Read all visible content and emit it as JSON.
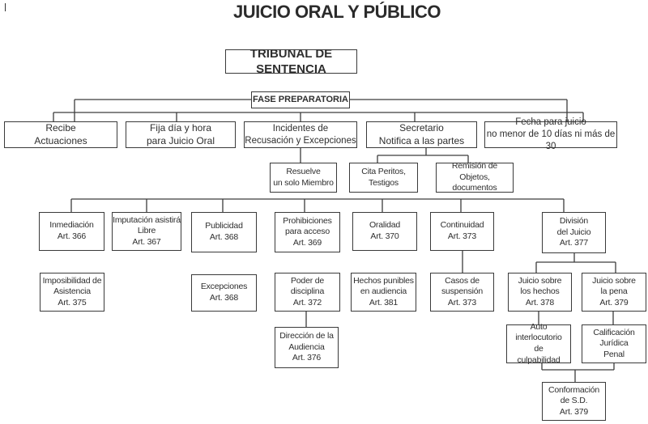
{
  "title": "JUICIO ORAL Y PÚBLICO",
  "root": "TRIBUNAL DE SENTENCIA",
  "phase": "FASE PREPARATORIA",
  "preparatory": [
    {
      "id": "recibe",
      "label": "Recibe\nActuaciones"
    },
    {
      "id": "fija",
      "label": "Fija día y hora\npara Juicio Oral"
    },
    {
      "id": "incidentes",
      "label": "Incidentes de\nRecusación y Excepciones"
    },
    {
      "id": "secretario",
      "label": "Secretario\nNotifica a las partes"
    },
    {
      "id": "fecha",
      "label": "Fecha para juicio\nno menor de 10 días ni más de 30"
    }
  ],
  "preparatory_children": [
    {
      "id": "resuelve",
      "parent": "incidentes",
      "label": "Resuelve\nun solo Miembro"
    },
    {
      "id": "cita",
      "parent": "secretario",
      "label": "Cita Peritos,\nTestigos"
    },
    {
      "id": "remision",
      "parent": "secretario",
      "label": "Remisión de\nObjetos, documentos"
    }
  ],
  "principles": [
    {
      "id": "inmediacion",
      "label": "Inmediación\nArt. 366"
    },
    {
      "id": "imputacion",
      "label": "Imputación asistirá\nLibre\nArt. 367"
    },
    {
      "id": "publicidad",
      "label": "Publicidad\nArt. 368"
    },
    {
      "id": "prohibiciones",
      "label": "Prohibiciones\npara acceso\nArt. 369"
    },
    {
      "id": "oralidad",
      "label": "Oralidad\nArt. 370"
    },
    {
      "id": "continuidad",
      "label": "Continuidad\nArt. 373"
    },
    {
      "id": "division",
      "label": "División\ndel Juicio\nArt. 377"
    }
  ],
  "second_level": [
    {
      "id": "imposibilidad",
      "label": "Imposibilidad de\nAsistencia\nArt. 375"
    },
    {
      "id": "excepciones",
      "label": "Excepciones\nArt. 368"
    },
    {
      "id": "poder",
      "label": "Poder de\ndisciplina\nArt. 372"
    },
    {
      "id": "hechos_punibles",
      "label": "Hechos punibles\nen audiencia\nArt. 381"
    },
    {
      "id": "casos",
      "label": "Casos de\nsuspensión\nArt. 373"
    },
    {
      "id": "juicio_hechos",
      "label": "Juicio sobre\nlos hechos\nArt. 378"
    },
    {
      "id": "juicio_pena",
      "label": "Juicio sobre\nla pena\nArt. 379"
    }
  ],
  "third_level": [
    {
      "id": "direccion",
      "label": "Dirección de la\nAudiencia\nArt. 376"
    },
    {
      "id": "auto",
      "label": "Auto interlocutorio\nde\nculpabilidad"
    },
    {
      "id": "calificacion",
      "label": "Calificación\nJurídica\nPenal"
    }
  ],
  "final": {
    "id": "conformacion",
    "label": "Conformación\nde S.D.\nArt. 379"
  }
}
